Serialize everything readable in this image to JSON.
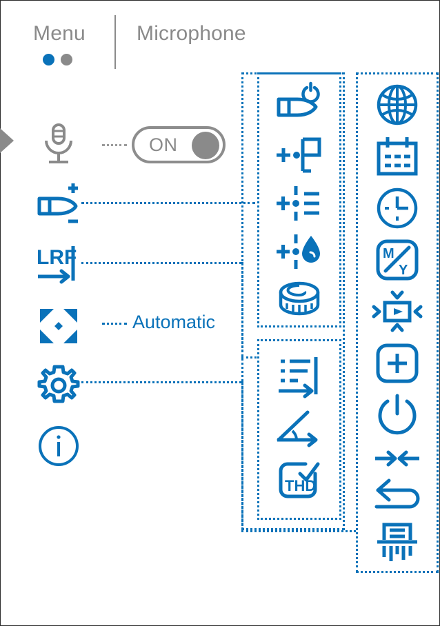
{
  "header": {
    "menu_label": "Menu",
    "section_label": "Microphone",
    "page_dots": [
      {
        "name": "page-dot-active",
        "color": "#0a72b9",
        "active": true
      },
      {
        "name": "page-dot-inactive",
        "color": "#8a8a8a",
        "active": false
      }
    ]
  },
  "colors": {
    "accent_blue": "#0a72b9",
    "neutral_grey": "#8a8a8a",
    "background": "#ffffff",
    "frame_border": "#2b2b2b"
  },
  "sidebar": {
    "items": [
      {
        "icon": "microphone-icon",
        "label": "Microphone",
        "state": "selected",
        "color": "#8a8a8a"
      },
      {
        "icon": "ballistics-bullet-icon",
        "label": "Ballistics",
        "state": "normal",
        "color": "#0a72b9"
      },
      {
        "icon": "lrf-rangefinder-icon",
        "label": "LRF",
        "state": "normal",
        "color": "#0a72b9"
      },
      {
        "icon": "reticle-brightness-icon",
        "label": "Reticle",
        "state": "normal",
        "color": "#0a72b9"
      },
      {
        "icon": "gear-settings-icon",
        "label": "Settings",
        "state": "normal",
        "color": "#0a72b9"
      },
      {
        "icon": "info-circle-icon",
        "label": "Information",
        "state": "normal",
        "color": "#0a72b9"
      }
    ]
  },
  "controls": {
    "microphone_toggle": {
      "name": "microphone-toggle",
      "value": "ON",
      "knob_side": "right",
      "color": "#8a8a8a"
    },
    "reticle_value": {
      "name": "reticle-mode-value",
      "value": "Automatic",
      "color": "#0a72b9"
    }
  },
  "ballistics_group": {
    "name": "ballistics-submenu-box",
    "items": [
      {
        "icon": "bullet-power-icon",
        "label": "Ballistic calculator on/off"
      },
      {
        "icon": "zero-profile-icon",
        "label": "Bullet profile"
      },
      {
        "icon": "reticle-list-icon",
        "label": "Reticle list"
      },
      {
        "icon": "reticle-humidity-icon",
        "label": "Weather / humidity"
      },
      {
        "icon": "measuring-tape-icon",
        "label": "Measurement"
      }
    ]
  },
  "lrf_group": {
    "name": "lrf-submenu-box",
    "items": [
      {
        "icon": "list-arrow-icon",
        "label": "Measurement list"
      },
      {
        "icon": "angle-slope-icon",
        "label": "Angle / slope"
      },
      {
        "icon": "thd-check-icon",
        "label": "THD"
      }
    ]
  },
  "settings_group": {
    "name": "settings-submenu-box",
    "items": [
      {
        "icon": "globe-language-icon",
        "label": "Language"
      },
      {
        "icon": "calendar-date-icon",
        "label": "Date"
      },
      {
        "icon": "clock-time-icon",
        "label": "Time"
      },
      {
        "icon": "units-m-y-icon",
        "label": "Units M / Y"
      },
      {
        "icon": "video-compress-icon",
        "label": "Video / image"
      },
      {
        "icon": "plus-box-icon",
        "label": "Add"
      },
      {
        "icon": "power-icon",
        "label": "Power / auto shutdown"
      },
      {
        "icon": "arrows-inward-icon",
        "label": "Calibration"
      },
      {
        "icon": "undo-return-icon",
        "label": "Default settings"
      },
      {
        "icon": "shredder-icon",
        "label": "Delete all"
      }
    ]
  }
}
